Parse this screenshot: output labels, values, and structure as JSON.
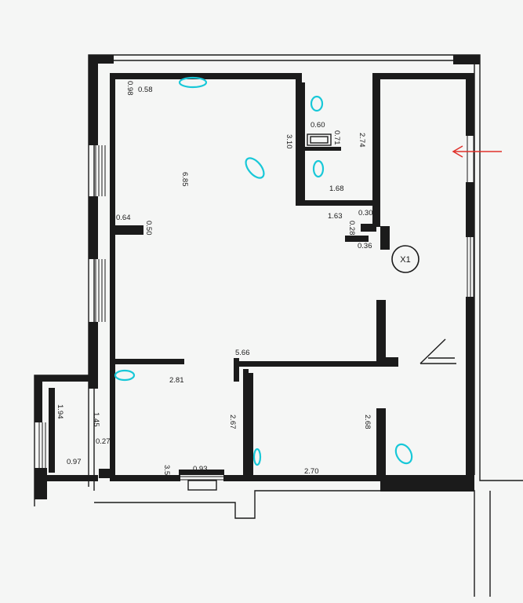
{
  "plan": {
    "dimensions": {
      "d_0_98": "0.98",
      "d_0_58": "0.58",
      "d_0_60": "0.60",
      "d_3_10": "3.10",
      "d_0_71": "0.71",
      "d_2_74": "2.74",
      "d_6_85": "6.85",
      "d_1_68": "1.68",
      "d_0_64": "0.64",
      "d_0_50": "0.50",
      "d_1_63": "1.63",
      "d_0_30": "0.30",
      "d_0_28": "0.28",
      "d_0_36": "0.36",
      "d_5_66": "5.66",
      "d_2_81": "2.81",
      "d_1_94": "1.94",
      "d_1_45": "1.45",
      "d_0_27": "0.27",
      "d_0_97": "0.97",
      "d_2_67": "2.67",
      "d_2_68": "2.68",
      "d_0_93": "0.93",
      "d_2_70": "2.70",
      "d_3_5": "3.5"
    },
    "room_marker": "X1"
  },
  "colors": {
    "background": "#f5f6f5",
    "walls": "#1b1b1b",
    "fixtures": "#18c8d8",
    "arrow": "#e0302a"
  }
}
